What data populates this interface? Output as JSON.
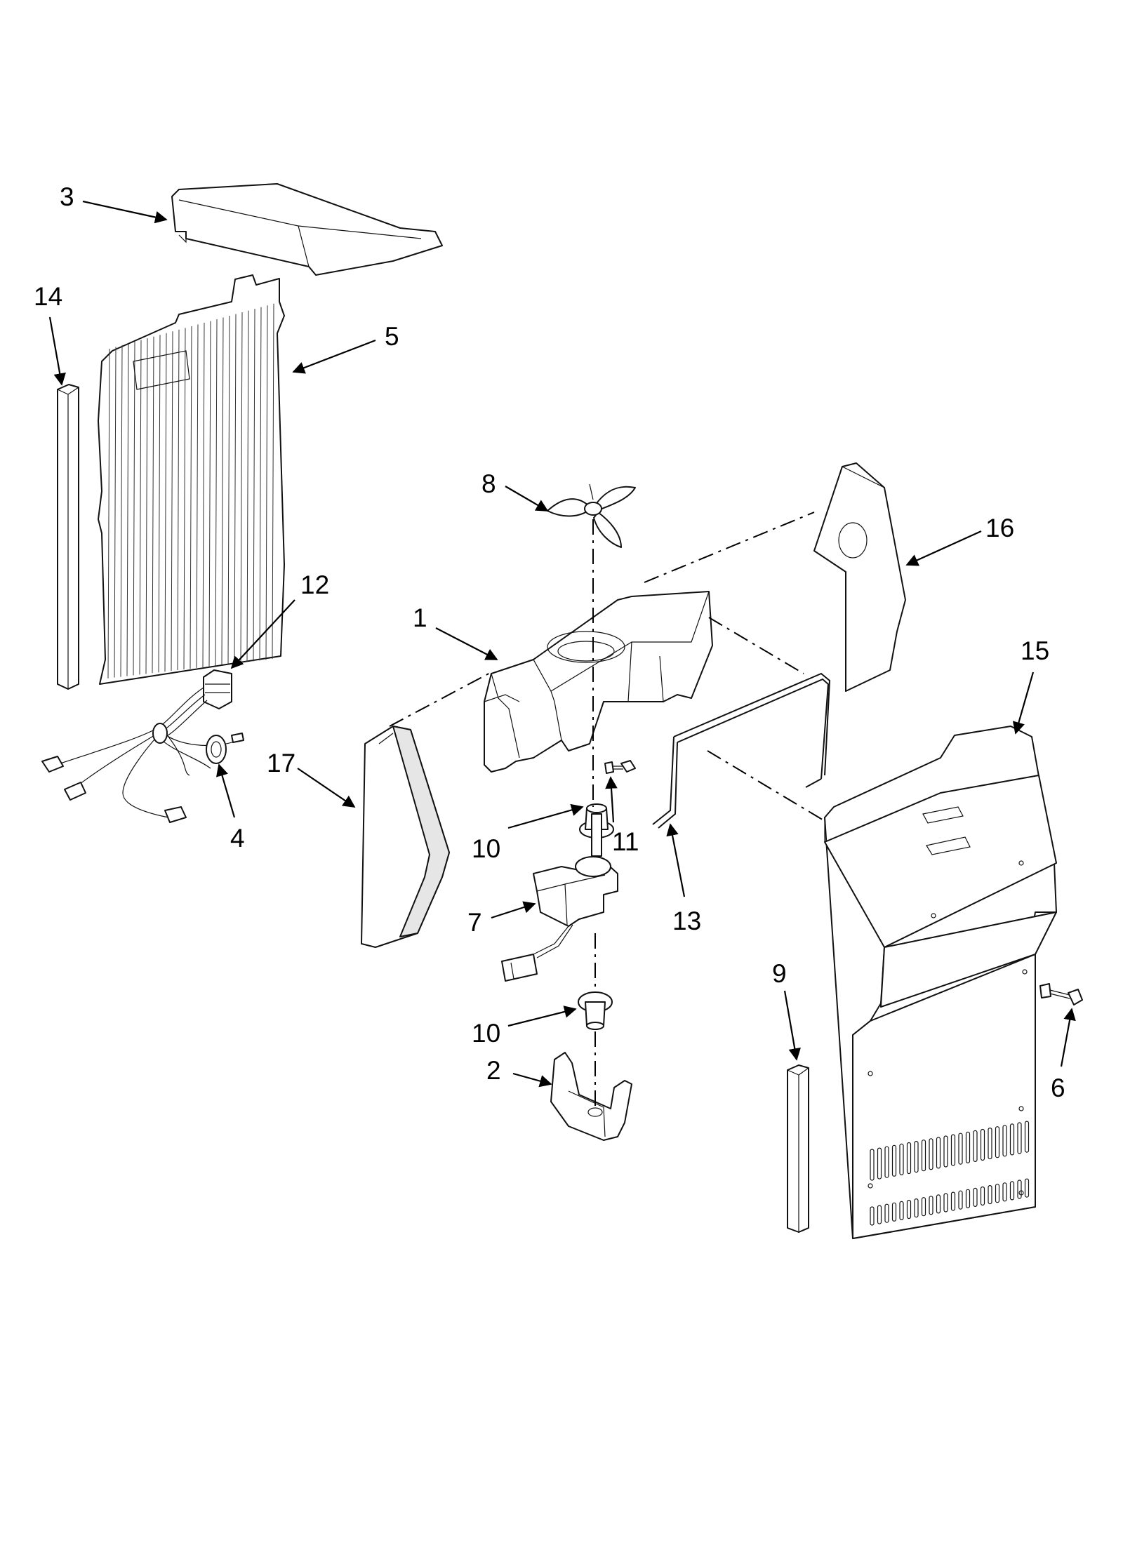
{
  "callouts": {
    "c1": "1",
    "c2": "2",
    "c3": "3",
    "c4": "4",
    "c5": "5",
    "c6": "6",
    "c7": "7",
    "c8": "8",
    "c9": "9",
    "c10a": "10",
    "c10b": "10",
    "c11": "11",
    "c12": "12",
    "c13": "13",
    "c14": "14",
    "c15": "15",
    "c16": "16",
    "c17": "17"
  }
}
